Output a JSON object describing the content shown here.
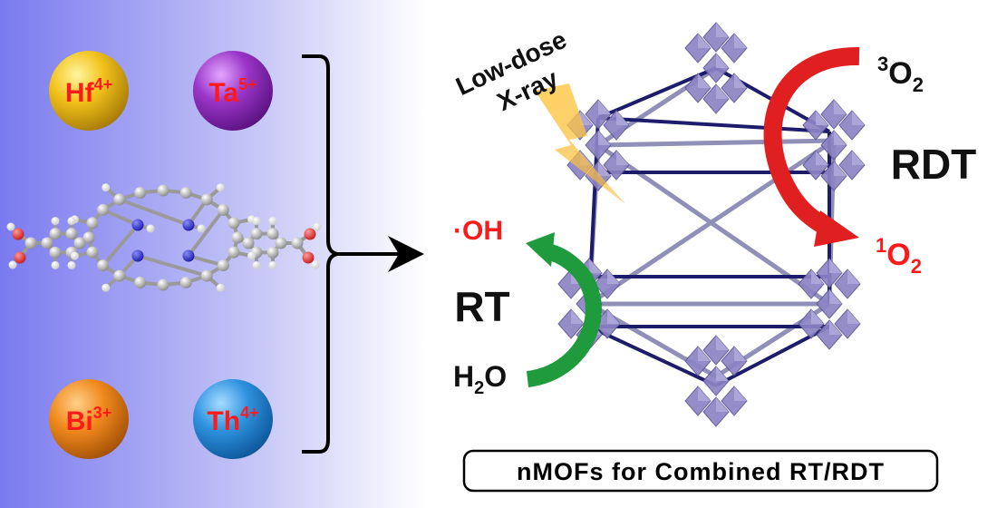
{
  "metal_ions": [
    {
      "symbol": "Hf",
      "charge": "4+",
      "color": "#f2c21b"
    },
    {
      "symbol": "Ta",
      "charge": "5+",
      "color": "#9b35c8"
    },
    {
      "symbol": "Bi",
      "charge": "3+",
      "color": "#f08a1e"
    },
    {
      "symbol": "Th",
      "charge": "4+",
      "color": "#2f93e0"
    }
  ],
  "xray": {
    "line1": "Low-dose",
    "line2": "X-ray"
  },
  "rdt": {
    "label": "RDT",
    "reactant": {
      "sup": "3",
      "base": "O",
      "sub": "2"
    },
    "product": {
      "sup": "1",
      "base": "O",
      "sub": "2"
    }
  },
  "rt": {
    "label": "RT",
    "reactant": {
      "base1": "H",
      "sub": "2",
      "base2": "O"
    },
    "product": "·OH"
  },
  "caption": "nMOFs for Combined RT/RDT",
  "colors": {
    "background_gradient_start": "#7b7bf0",
    "metal_label": "#ff1a1a",
    "framework_edge": "#1c1c6b",
    "cluster": "#8c84c4",
    "red_arrow": "#e02020",
    "green_arrow": "#1f9a3c"
  }
}
